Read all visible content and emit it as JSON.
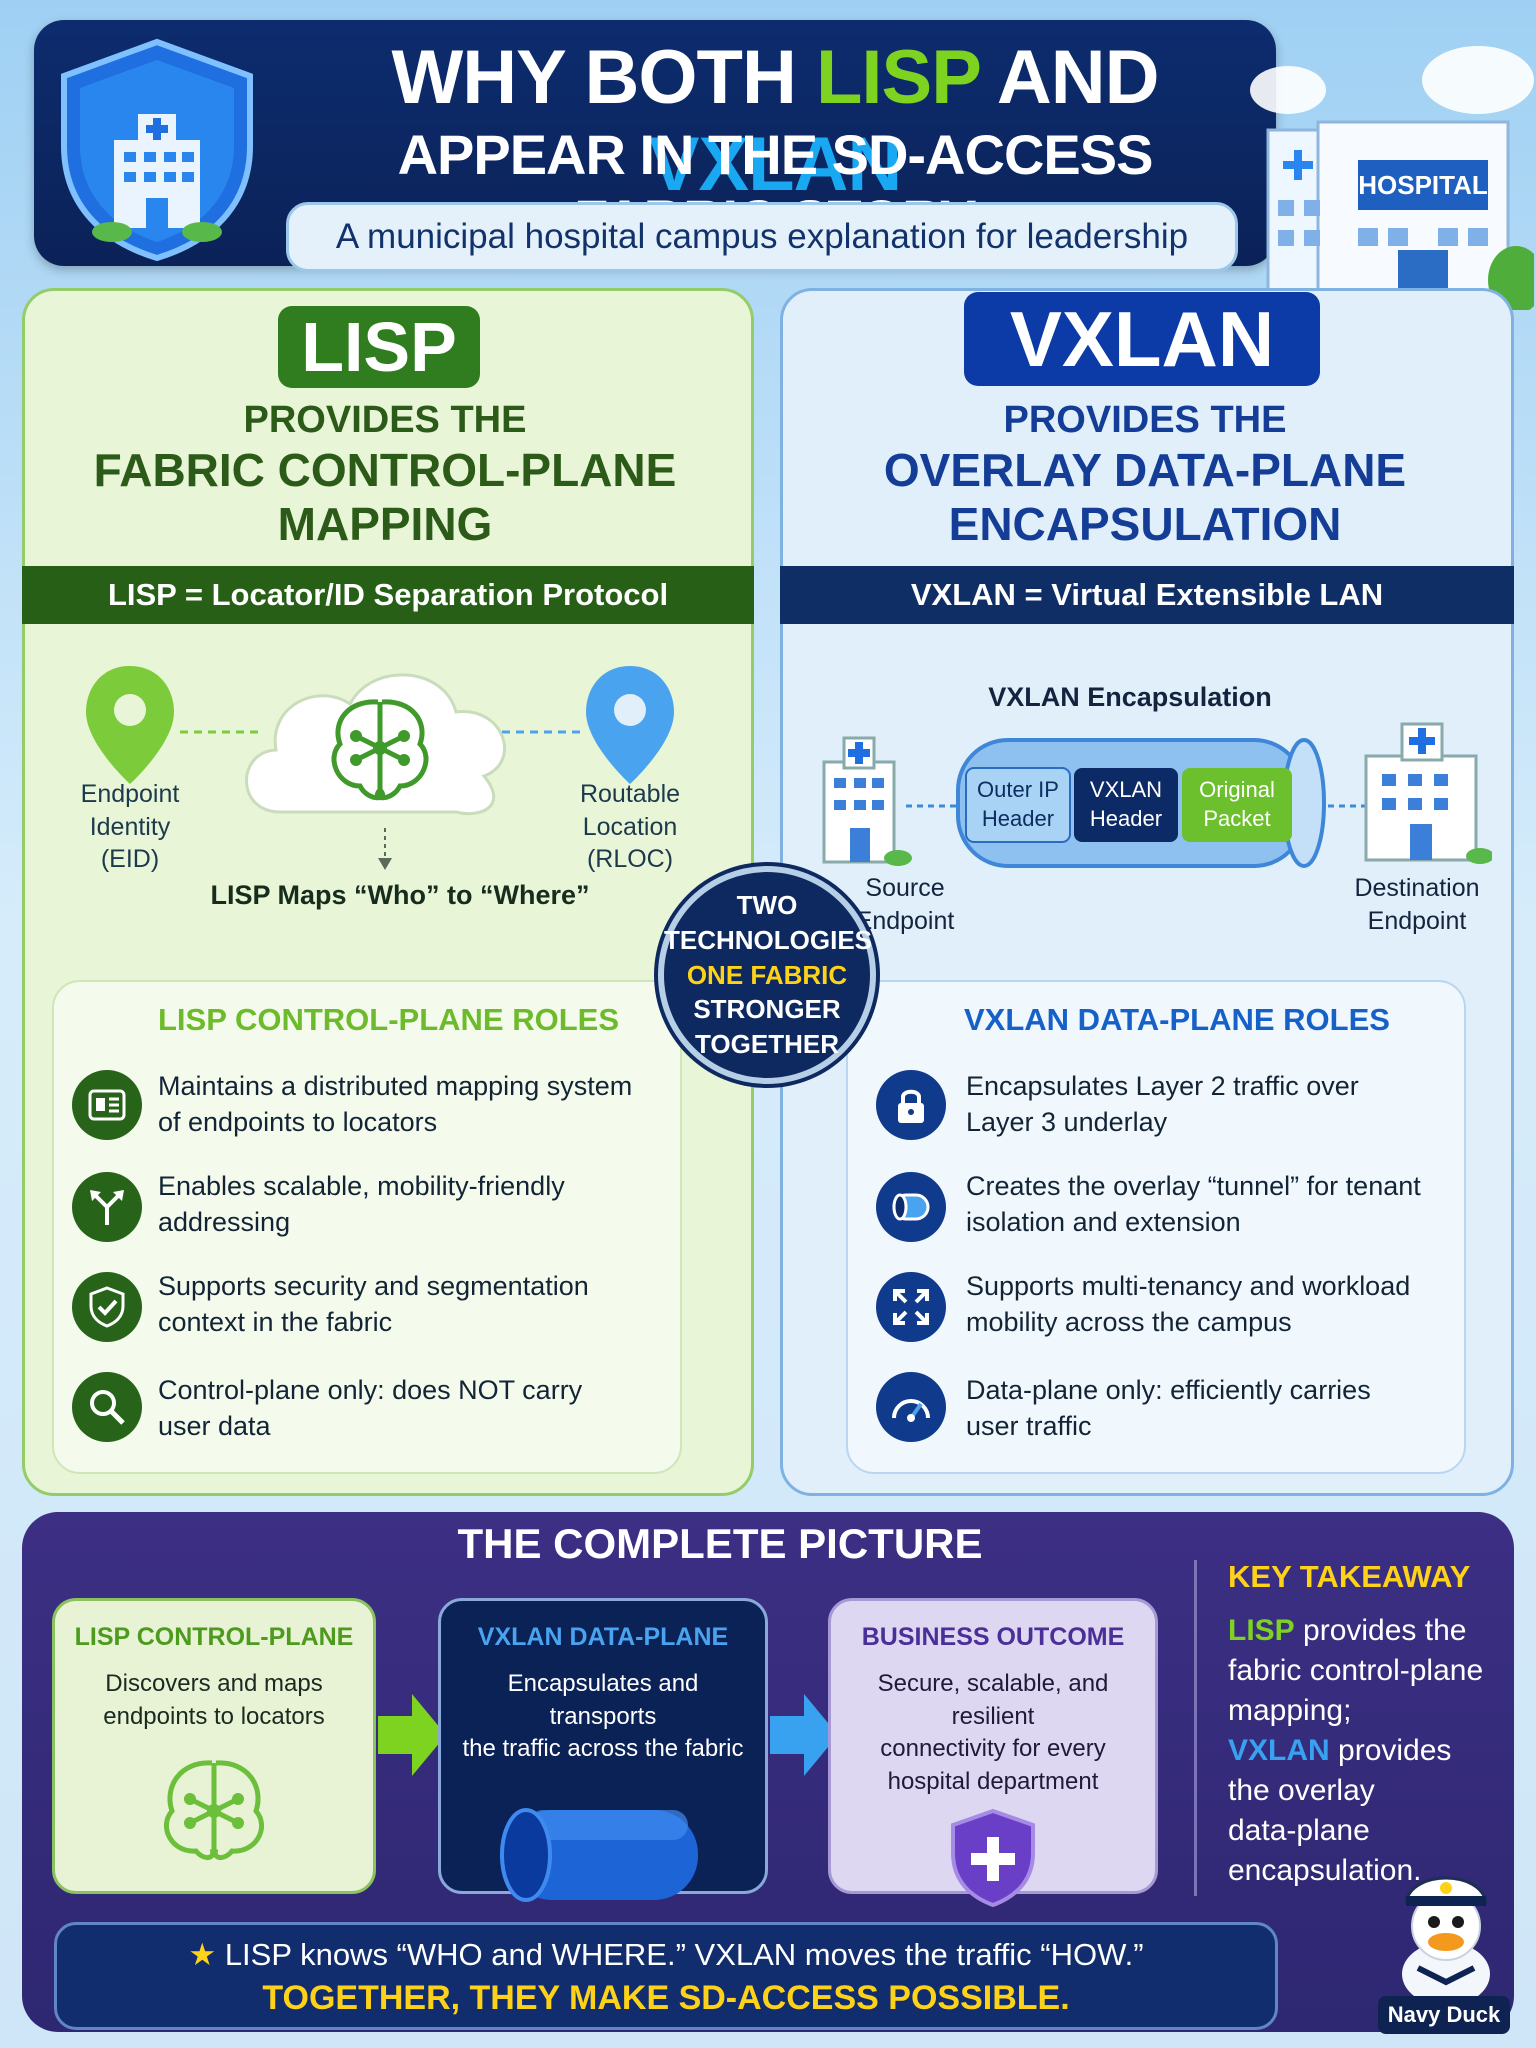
{
  "header": {
    "title_line1_a": "WHY BOTH ",
    "title_line1_lisp": "LISP",
    "title_line1_mid": " AND ",
    "title_line1_vxlan": "VXLAN",
    "title_line2": "APPEAR IN THE SD-ACCESS FABRIC STORY",
    "subtitle": "A municipal hospital campus explanation for leadership",
    "hospital_sign": "HOSPITAL"
  },
  "lisp": {
    "badge": "LISP",
    "heading_small": "PROVIDES THE",
    "heading_line1": "FABRIC CONTROL-PLANE",
    "heading_line2": "MAPPING",
    "bar": "LISP = Locator/ID Separation Protocol",
    "eid_label_1": "Endpoint",
    "eid_label_2": "Identity",
    "eid_label_3": "(EID)",
    "rloc_label_1": "Routable",
    "rloc_label_2": "Location",
    "rloc_label_3": "(RLOC)",
    "maps_caption": "LISP Maps “Who” to “Where”",
    "roles_title": "LISP CONTROL-PLANE ROLES",
    "roles": [
      {
        "line1": "Maintains a distributed mapping system",
        "line2": "of endpoints to locators",
        "icon": "id-card-icon"
      },
      {
        "line1": "Enables scalable, mobility-friendly",
        "line2": "addressing",
        "icon": "branch-arrows-icon"
      },
      {
        "line1": "Supports security and segmentation",
        "line2": "context in the fabric",
        "icon": "shield-check-icon"
      },
      {
        "line1": "Control-plane only: does NOT carry",
        "line2": "user data",
        "icon": "search-icon"
      }
    ]
  },
  "vxlan": {
    "badge": "VXLAN",
    "heading_small": "PROVIDES THE",
    "heading_line1": "OVERLAY DATA-PLANE",
    "heading_line2": "ENCAPSULATION",
    "bar": "VXLAN = Virtual Extensible LAN",
    "encap_title": "VXLAN Encapsulation",
    "outer_1": "Outer IP",
    "outer_2": "Header",
    "vx_1": "VXLAN",
    "vx_2": "Header",
    "orig_1": "Original",
    "orig_2": "Packet",
    "source_1": "Source",
    "source_2": "Endpoint",
    "dest_1": "Destination",
    "dest_2": "Endpoint",
    "roles_title": "VXLAN DATA-PLANE ROLES",
    "roles": [
      {
        "line1": "Encapsulates Layer 2 traffic over",
        "line2": "Layer 3 underlay",
        "icon": "lock-icon"
      },
      {
        "line1": "Creates the overlay “tunnel” for tenant",
        "line2": "isolation and extension",
        "icon": "tunnel-icon"
      },
      {
        "line1": "Supports multi-tenancy and workload",
        "line2": "mobility across the campus",
        "icon": "expand-arrows-icon"
      },
      {
        "line1": "Data-plane only: efficiently carries",
        "line2": "user traffic",
        "icon": "speedometer-icon"
      }
    ]
  },
  "center": {
    "l1": "TWO",
    "l2": "TECHNOLOGIES",
    "l3": "ONE FABRIC",
    "l4": "STRONGER",
    "l5": "TOGETHER"
  },
  "complete": {
    "title": "THE COMPLETE PICTURE",
    "box1_title": "LISP CONTROL-PLANE",
    "box1_l1": "Discovers and maps",
    "box1_l2": "endpoints to locators",
    "box2_title": "VXLAN DATA-PLANE",
    "box2_l1": "Encapsulates and transports",
    "box2_l2": "the traffic across the fabric",
    "box3_title": "BUSINESS OUTCOME",
    "box3_l1": "Secure, scalable, and resilient",
    "box3_l2": "connectivity for every",
    "box3_l3": "hospital department",
    "kt_title": "KEY TAKEAWAY",
    "kt_lisp": "LISP",
    "kt_a": " provides the",
    "kt_b": "fabric control-plane",
    "kt_c": "mapping;",
    "kt_vxlan": "VXLAN",
    "kt_d": " provides",
    "kt_e": "the overlay",
    "kt_f": "data-plane",
    "kt_g": "encapsulation.",
    "strip_a": "LISP knows “WHO and WHERE.”  VXLAN moves the traffic “HOW.”",
    "strip_b": "TOGETHER, THEY MAKE SD-ACCESS POSSIBLE.",
    "mascot": "Navy Duck"
  }
}
